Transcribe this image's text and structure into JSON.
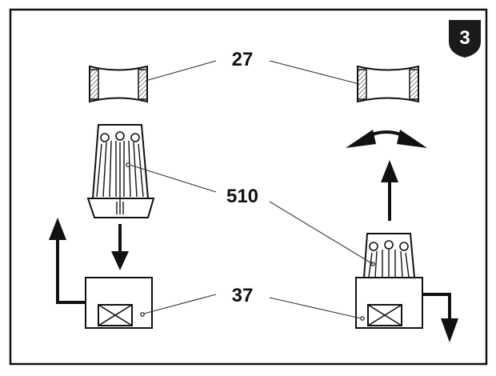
{
  "step_badge": {
    "number": "3"
  },
  "callouts": {
    "top": "27",
    "middle": "510",
    "bottom": "37"
  },
  "colors": {
    "line": "#111111",
    "badge_bg": "#1a1a1a",
    "badge_text": "#ffffff",
    "paper": "#ffffff",
    "hatch": "#444444"
  }
}
